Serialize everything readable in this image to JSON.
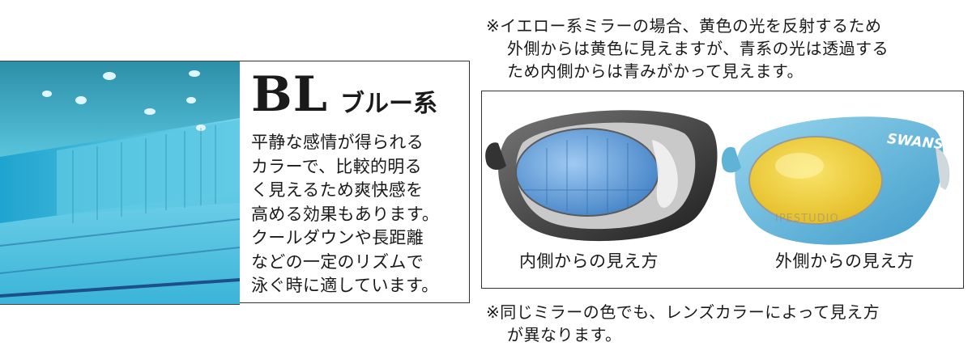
{
  "color_card": {
    "code": "BL",
    "name": "ブルー系",
    "description_lines": [
      "平静な感情が得られる",
      "カラーで、比較的明る",
      "く見えるため爽快感を",
      "高める効果もあります。",
      "クールダウンや長距離",
      "などの一定のリズムで",
      "泳ぐ時に適しています。"
    ],
    "accent_color": "#29b8d8"
  },
  "top_note": {
    "lines": [
      "※イエロー系ミラーの場合、黄色の光を反射するため",
      "外側からは黄色に見えますが、青系の光は透過する",
      "ため内側からは青みがかって見えます。"
    ]
  },
  "lens_panel": {
    "brand": "SWANS",
    "inner_caption": "内側からの見え方",
    "outer_caption": "外側からの見え方",
    "watermark": "IPESTUDIO",
    "inner_lens_color": "#6aa8e6",
    "outer_lens_color": "#f0d030"
  },
  "bottom_note": {
    "lines": [
      "※同じミラーの色でも、レンズカラーによって見え方",
      "が異なります。"
    ]
  }
}
